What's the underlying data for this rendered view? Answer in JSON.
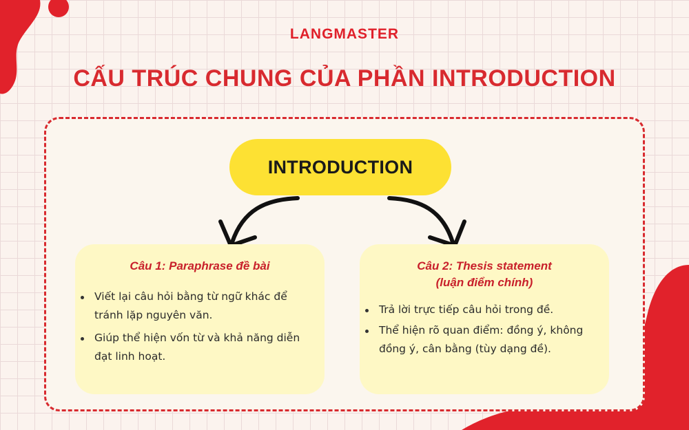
{
  "brand": {
    "name": "LANGMASTER"
  },
  "title": "CẤU TRÚC CHUNG CỦA PHẦN INTRODUCTION",
  "center": {
    "label": "INTRODUCTION"
  },
  "cards": [
    {
      "title_lines": [
        "Câu 1: Paraphrase đề bài"
      ],
      "bullets": [
        "Viết lại câu hỏi bằng từ ngữ khác để tránh lặp nguyên văn.",
        "Giúp thể hiện vốn từ và khả năng diễn đạt linh hoạt."
      ]
    },
    {
      "title_lines": [
        "Câu 2: Thesis statement",
        "(luận điểm chính)"
      ],
      "bullets": [
        "Trả lời trực tiếp câu hỏi trong đề.",
        "Thể hiện rõ quan điểm: đồng ý, không đồng ý, cân bằng (tùy dạng đề)."
      ]
    }
  ],
  "colors": {
    "accent_red": "#d82a2f",
    "pill_yellow": "#fde133",
    "card_yellow": "#fef8c5",
    "background": "#fbf3ee"
  }
}
